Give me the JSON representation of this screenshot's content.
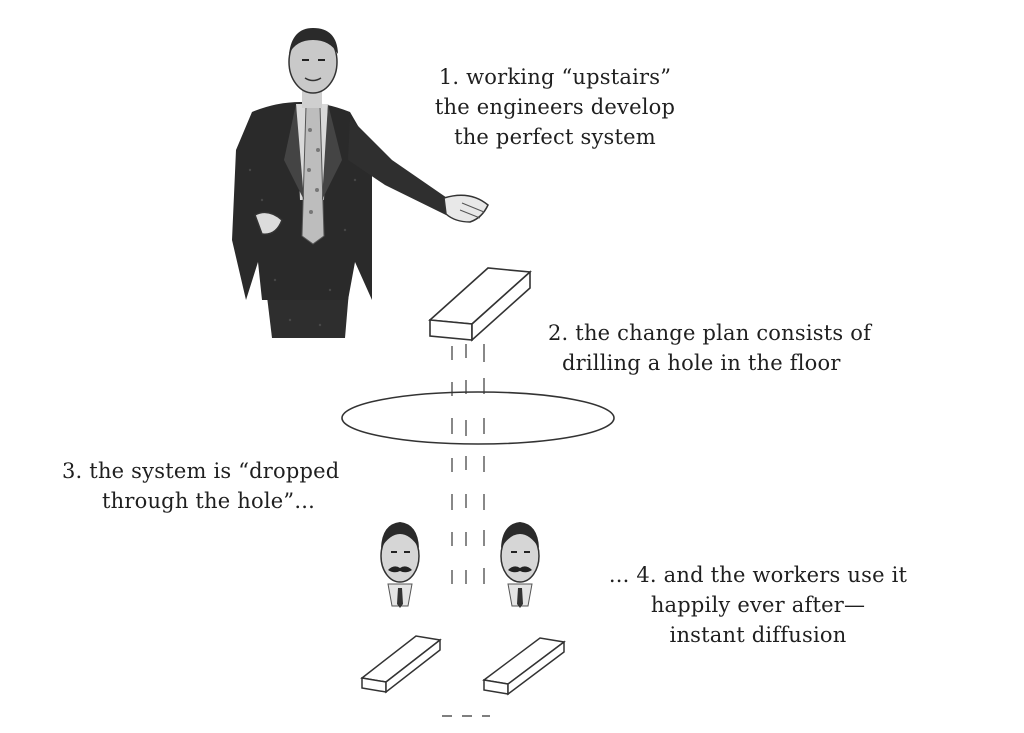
{
  "captions": {
    "step1": [
      "1. working “upstairs”",
      "the engineers develop",
      "the perfect system"
    ],
    "step2": [
      "2. the change plan consists of",
      "drilling a hole in the floor"
    ],
    "step3": [
      "3. the system is “dropped",
      "through the hole”..."
    ],
    "step4": [
      "... 4. and the workers use it",
      "happily ever after—",
      "instant diffusion"
    ]
  },
  "colors": {
    "ink": "#1f1f1f",
    "suit": "#2b2b2b",
    "paper": "#ffffff"
  }
}
